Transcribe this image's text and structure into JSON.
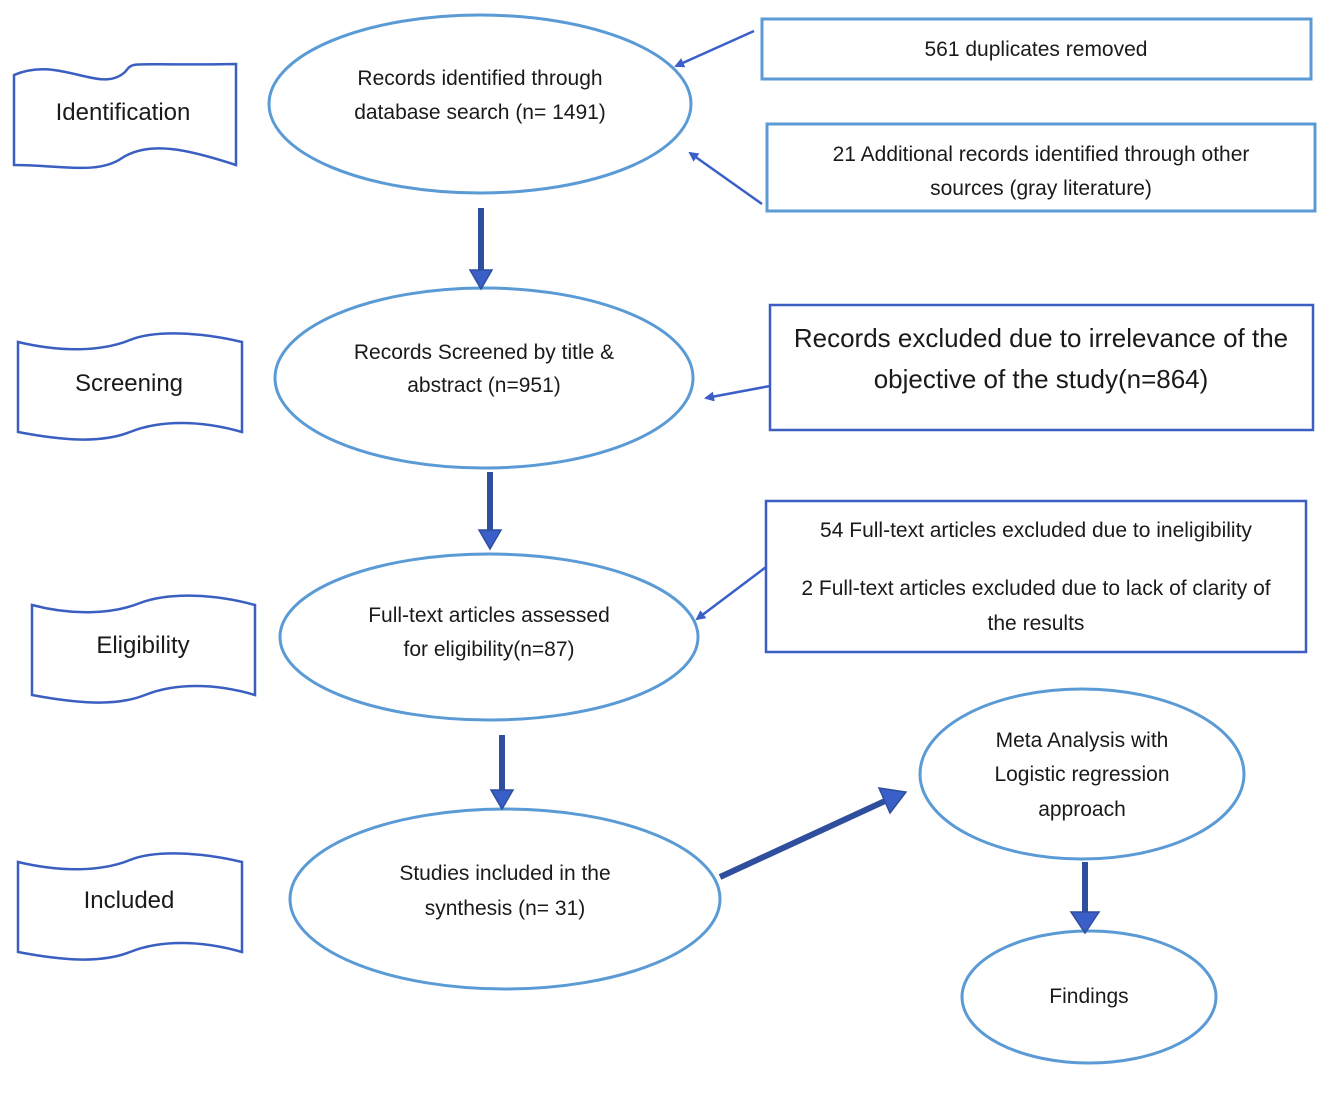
{
  "stages": {
    "identification": "Identification",
    "screening": "Screening",
    "eligibility": "Eligibility",
    "included": "Included"
  },
  "nodes": {
    "identified": [
      "Records identified through",
      "database search (n= 1491)"
    ],
    "screened": [
      "Records Screened by title &",
      "abstract (n=951)"
    ],
    "fulltext": [
      "Full-text articles assessed",
      "for eligibility(n=87)"
    ],
    "included": [
      "Studies included in the",
      "synthesis (n= 31)"
    ],
    "meta": [
      "Meta Analysis with",
      "Logistic regression",
      "approach"
    ],
    "findings": [
      "Findings"
    ]
  },
  "side_boxes": {
    "duplicates": [
      "561 duplicates removed"
    ],
    "additional": [
      "21 Additional records identified through other",
      "sources (gray literature)"
    ],
    "excluded_irrelevance": [
      "Records excluded due to irrelevance of the",
      "objective of the study(n=864)"
    ],
    "excluded_fulltext": [
      "54 Full-text articles excluded due to ineligibility",
      "",
      "2 Full-text articles excluded due to lack of clarity of",
      "the results"
    ]
  },
  "colors": {
    "ellipse_stroke": "#5b9bd5",
    "arrow": "#3a5fc8",
    "banner_stroke": "#3b5fc0"
  }
}
